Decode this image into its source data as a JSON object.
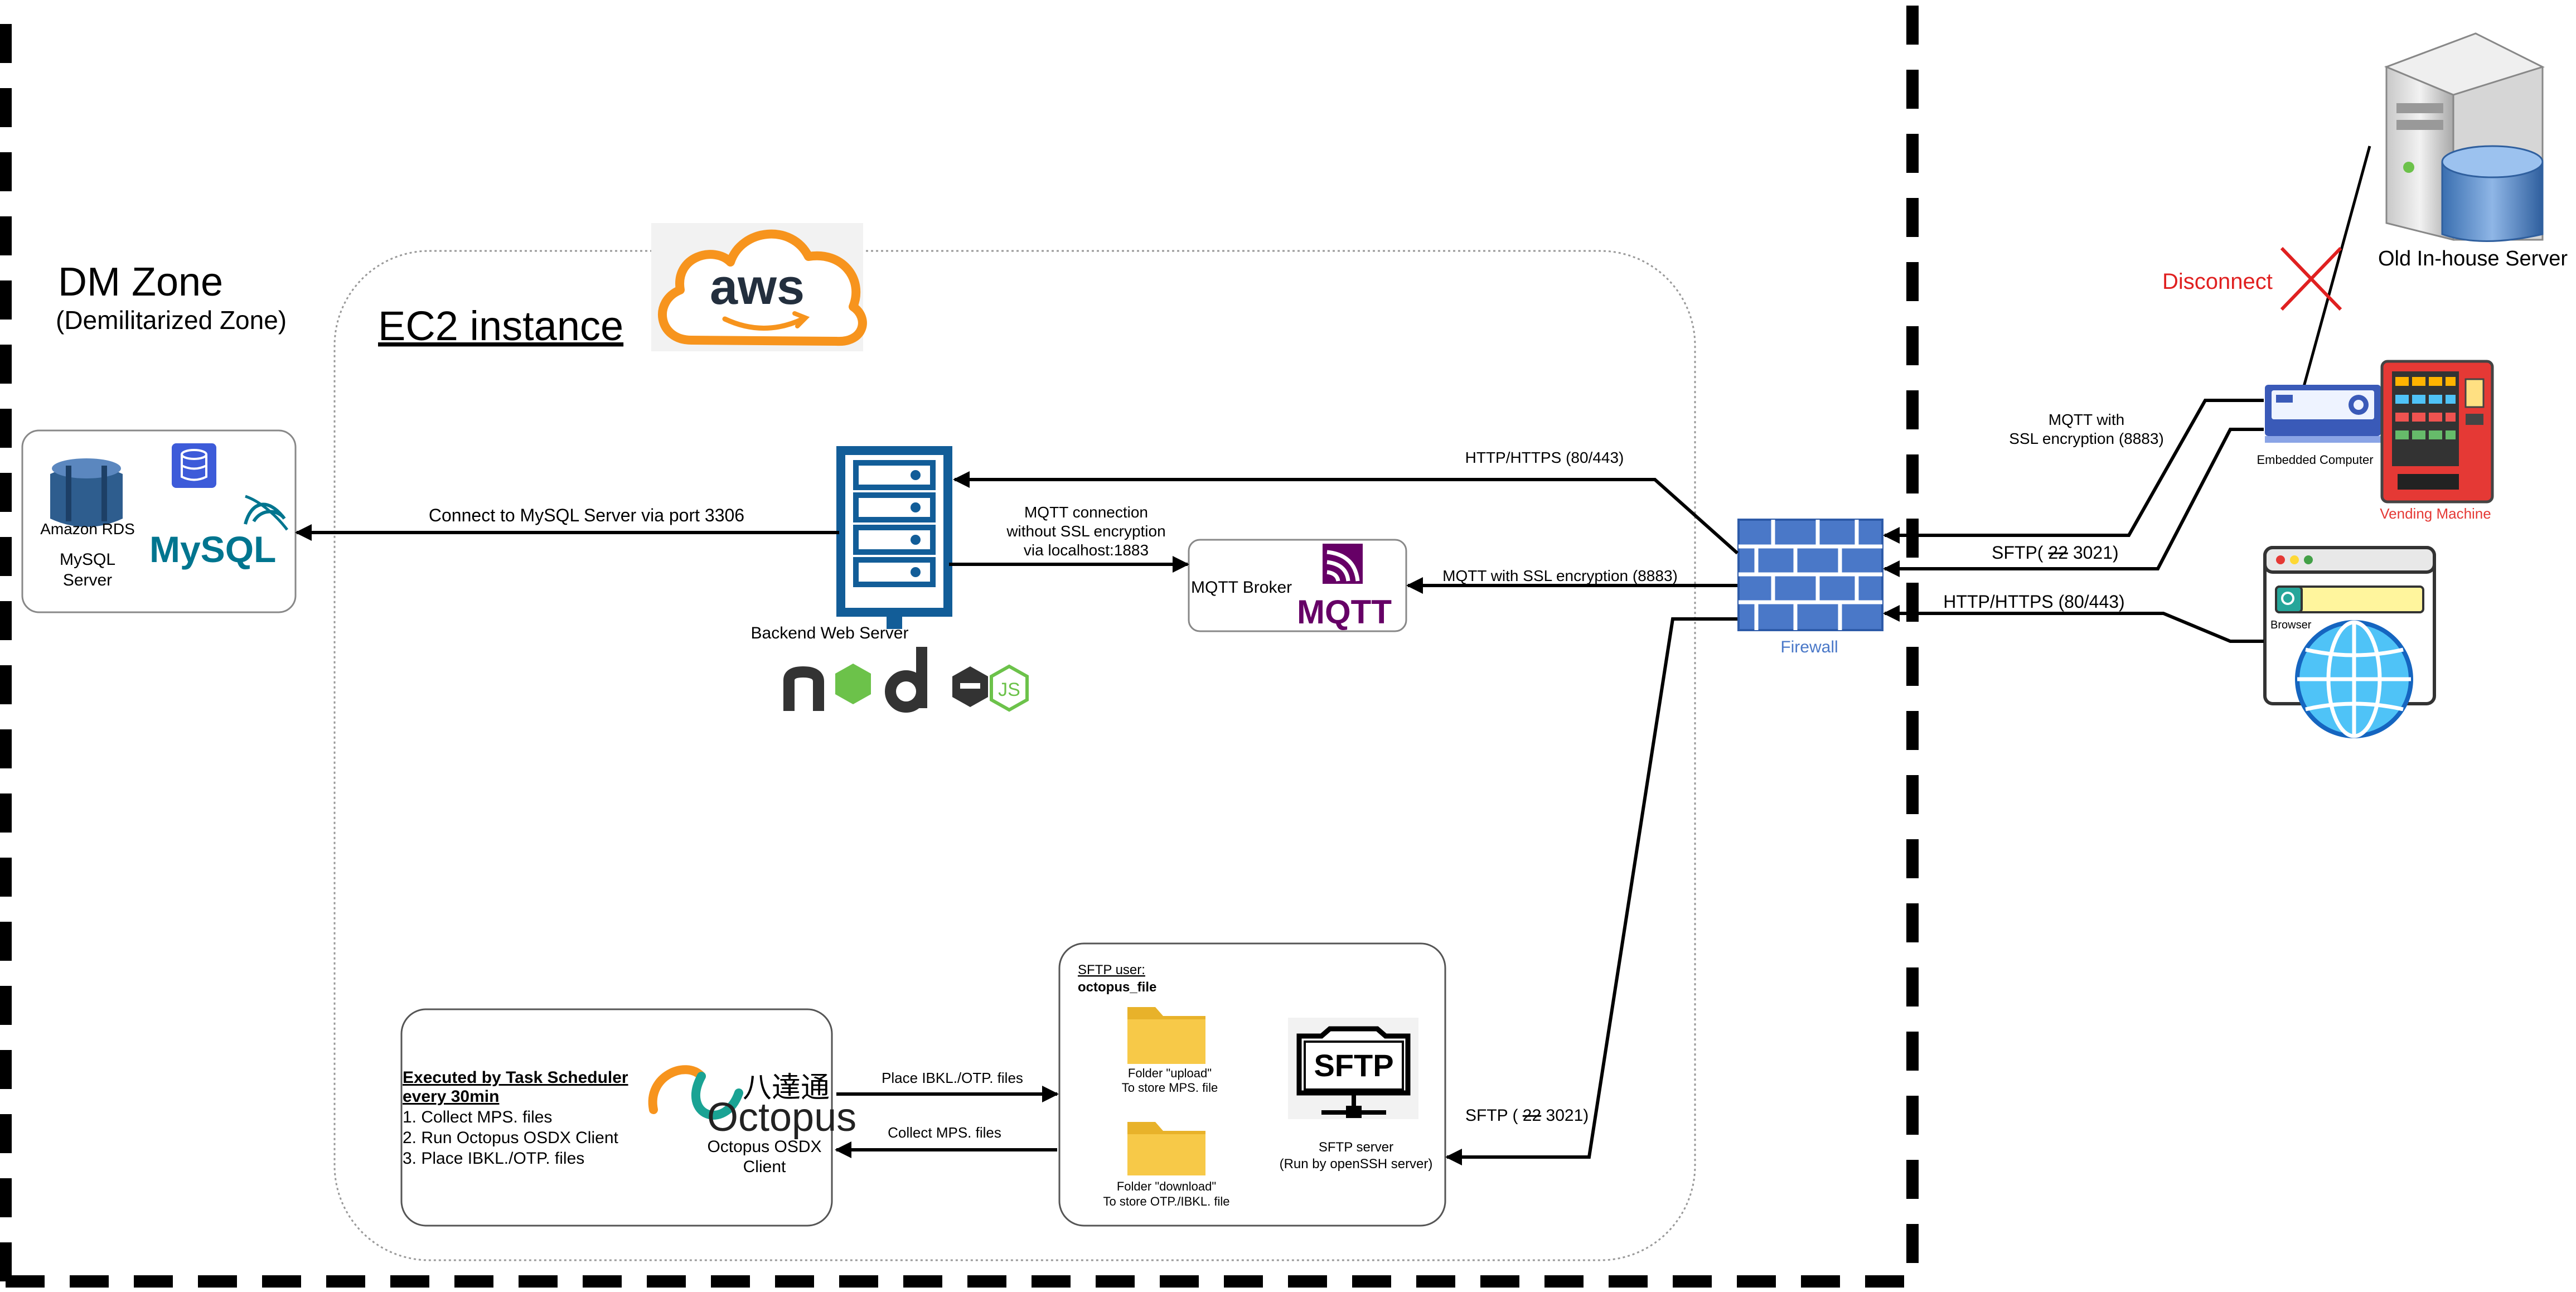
{
  "zone": {
    "title": "DM Zone",
    "subtitle": "(Demilitarized Zone)"
  },
  "ec2": {
    "title": "EC2 instance",
    "aws_logo_text": "aws"
  },
  "rds": {
    "rds_label": "Amazon RDS",
    "mysql_label_line1": "MySQL",
    "mysql_label_line2": "Server",
    "mysql_logo_text": "MySQL"
  },
  "backend": {
    "label": "Backend Web Server",
    "node_logo_text": "node",
    "js_badge": "JS"
  },
  "mqtt_broker": {
    "label": "MQTT Broker",
    "logo_text": "MQTT"
  },
  "firewall": {
    "label": "Firewall"
  },
  "old_server": {
    "label": "Old In-house Server",
    "disconnect": "Disconnect"
  },
  "embedded": {
    "label": "Embedded Computer"
  },
  "vending": {
    "label": "Vending Machine"
  },
  "browser": {
    "label": "Browser"
  },
  "connections": {
    "mysql_port": "Connect to MySQL Server via port 3306",
    "http_backend": "HTTP/HTTPS (80/443)",
    "mqtt_local_line1": "MQTT connection",
    "mqtt_local_line2": "without SSL encryption",
    "mqtt_local_line3": "via localhost:1883",
    "mqtt_ssl_broker": "MQTT with SSL encryption (8883)",
    "mqtt_ssl_device_line1": "MQTT with",
    "mqtt_ssl_device_line2": "SSL encryption (8883)",
    "sftp_device_prefix": "SFTP(",
    "sftp_device_old": "22",
    "sftp_device_new": "3021)",
    "http_browser": "HTTP/HTTPS (80/443)",
    "sftp_server_prefix": "SFTP (",
    "sftp_server_old": "22",
    "sftp_server_new": "3021)",
    "place_files": "Place IBKL./OTP. files",
    "collect_files": "Collect MPS. files"
  },
  "octopus": {
    "task_line1": "Executed by Task Scheduler",
    "task_line2": "every 30min",
    "step1": "1. Collect MPS. files",
    "step2": "2. Run Octopus OSDX Client",
    "step3": "3. Place IBKL./OTP. files",
    "logo_chinese": "八達通",
    "logo_text": "Octopus",
    "client_line1": "Octopus OSDX",
    "client_line2": "Client"
  },
  "sftp": {
    "user_label": "SFTP user:",
    "user_name": "octopus_file",
    "upload_line1": "Folder \"upload\"",
    "upload_line2": "To store MPS. file",
    "download_line1": "Folder \"download\"",
    "download_line2": "To store OTP./IBKL. file",
    "badge": "SFTP",
    "server_line1": "SFTP server",
    "server_line2": "(Run by openSSH server)"
  },
  "colors": {
    "aws_orange": "#f7941d",
    "aws_text": "#232f3e",
    "server_blue": "#125d98",
    "rds_blue": "#2e5d8e",
    "mqtt_purple": "#660066",
    "node_dark": "#333333",
    "node_green": "#6cc24a",
    "firewall_blue": "#4a78c8",
    "disconnect_red": "#e02020",
    "folder_yellow": "#f7c948",
    "globe_blue": "#1e88e5",
    "vending_red": "#e53935"
  }
}
